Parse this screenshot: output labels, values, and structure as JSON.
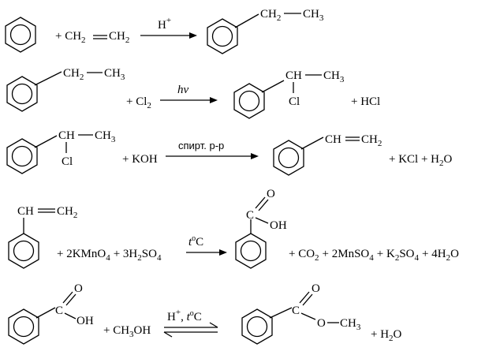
{
  "reactions": [
    {
      "plus_ethylene": "+ CH",
      "ethylene_sub": "2",
      "ethylene_eq": "══",
      "ethylene_right": "CH",
      "ethylene_sub2": "2",
      "catalyst": "H",
      "catalyst_sup": "+",
      "product_ch2": "CH",
      "product_ch2_sub": "2",
      "product_ch3": "CH",
      "product_ch3_sub": "3"
    },
    {
      "reactant_ch2": "CH",
      "reactant_ch2_sub": "2",
      "reactant_ch3": "CH",
      "reactant_ch3_sub": "3",
      "plus_cl2": "+ Cl",
      "cl2_sub": "2",
      "condition": "hv",
      "product_ch": "CH",
      "product_ch3": "CH",
      "product_ch3_sub": "3",
      "product_cl": "Cl",
      "plus_hcl": "+ HCl"
    },
    {
      "reactant_ch": "CH",
      "reactant_ch3": "CH",
      "reactant_ch3_sub": "3",
      "reactant_cl": "Cl",
      "plus_koh": "+ KOH",
      "condition": "спирт. р-р",
      "product_ch": "CH",
      "product_ch2": "CH",
      "product_ch2_sub": "2",
      "plus_kcl": "+ KCl + H",
      "h2o_sub": "2",
      "h2o_o": "O"
    },
    {
      "reactant_ch": "CH",
      "reactant_ch2": "CH",
      "reactant_ch2_sub": "2",
      "plus_kmno4": "+ 2KMnO",
      "kmno4_sub": "4",
      "plus_h2so4": "+ 3H",
      "h2so4_sub1": "2",
      "h2so4_so": "SO",
      "h2so4_sub2": "4",
      "condition_t": "t",
      "condition_deg": "o",
      "condition_c": "C",
      "product_c": "C",
      "product_o": "O",
      "product_oh": "OH",
      "rhs_co2": "+ CO",
      "rhs_co2_sub": "2",
      "rhs_mnso4": "+ 2MnSO",
      "rhs_mnso4_sub": "4",
      "rhs_k2so4_k": "+ K",
      "rhs_k2so4_sub1": "2",
      "rhs_k2so4_so": "SO",
      "rhs_k2so4_sub2": "4",
      "rhs_h2o": "+ 4H",
      "rhs_h2o_sub": "2",
      "rhs_h2o_o": "O"
    },
    {
      "reactant_c": "C",
      "reactant_o": "O",
      "reactant_oh": "OH",
      "plus_ch3oh": "+ CH",
      "ch3oh_sub": "3",
      "ch3oh_oh": "OH",
      "condition_h": "H",
      "condition_h_sup": "+",
      "condition_sep": ", ",
      "condition_t": "t",
      "condition_deg": "o",
      "condition_c": "C",
      "product_c": "C",
      "product_o_dbl": "O",
      "product_o": "O",
      "product_ch3": "CH",
      "product_ch3_sub": "3",
      "plus_h2o": "+ H",
      "h2o_sub": "2",
      "h2o_o": "O"
    }
  ]
}
